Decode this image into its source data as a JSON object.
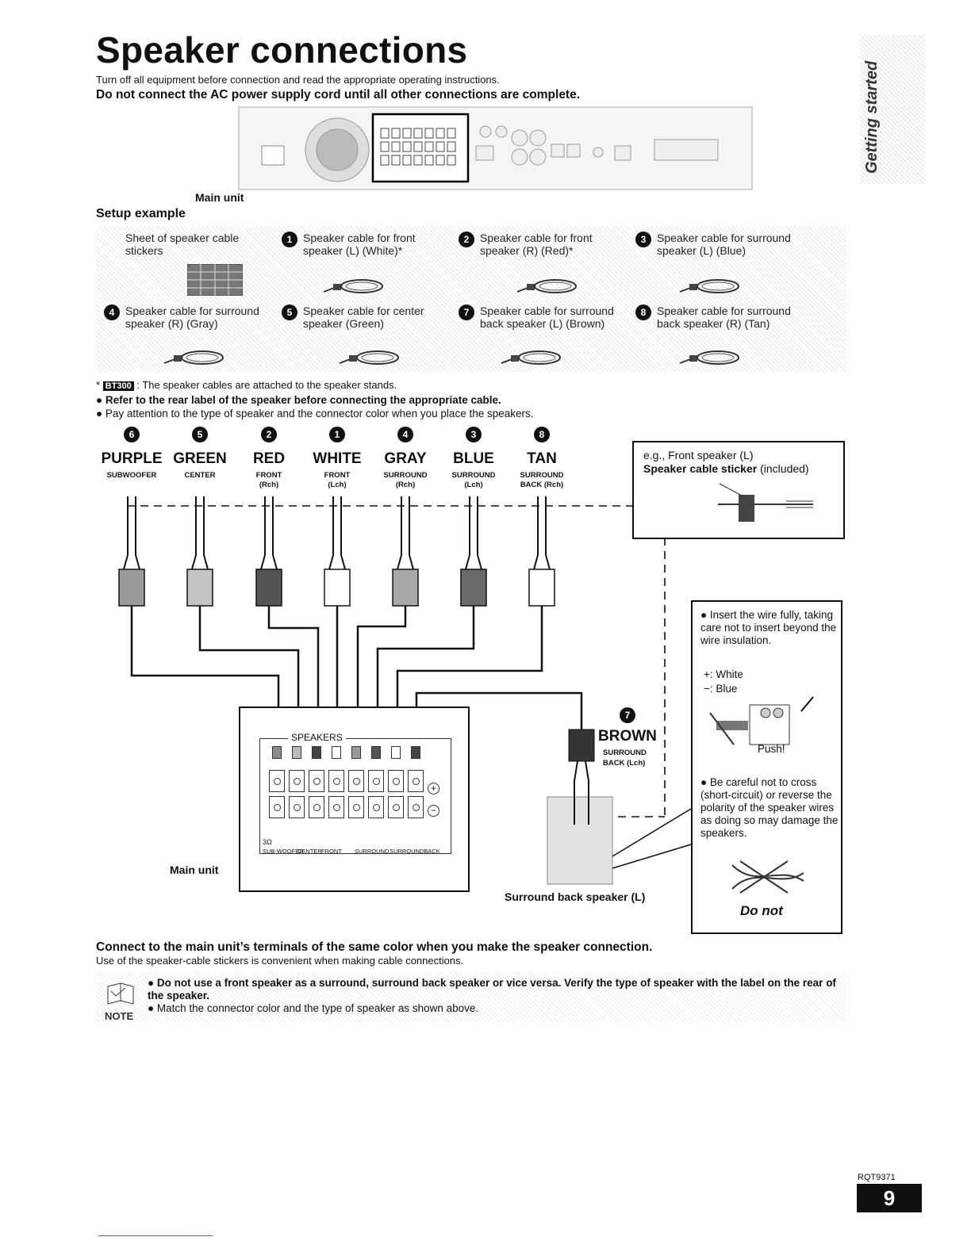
{
  "title": "Speaker connections",
  "intro": "Turn off all equipment before connection and read the appropriate operating instructions.",
  "warning": "Do not connect the AC power supply cord until all other connections are complete.",
  "side_tab": "Getting started",
  "main_unit_label": "Main unit",
  "setup_example": "Setup example",
  "sticker_sheet": "Sheet of speaker cable stickers",
  "cables": [
    {
      "num": "1",
      "text": "Speaker cable for front speaker (L) (White)*"
    },
    {
      "num": "2",
      "text": "Speaker cable for front speaker (R) (Red)*"
    },
    {
      "num": "3",
      "text": "Speaker cable for surround speaker (L) (Blue)"
    },
    {
      "num": "4",
      "text": "Speaker cable for surround speaker (R) (Gray)"
    },
    {
      "num": "5",
      "text": "Speaker cable for center speaker (Green)"
    },
    {
      "num": "7",
      "text": "Speaker cable for surround back speaker (L) (Brown)"
    },
    {
      "num": "8",
      "text": "Speaker cable for surround back speaker (R) (Tan)"
    }
  ],
  "footnote_badge": "BT300",
  "footnote": ": The speaker cables are attached to the speaker stands.",
  "bullet_refer": "Refer to the rear label of the speaker before connecting the appropriate cable.",
  "bullet_attention": "Pay attention to the type of speaker and the connector color when you place the speakers.",
  "connectors": [
    {
      "num": "6",
      "color": "PURPLE",
      "sub": "SUBWOOFER",
      "ch": "",
      "fill": "#9a9a9a"
    },
    {
      "num": "5",
      "color": "GREEN",
      "sub": "CENTER",
      "ch": "",
      "fill": "#c4c4c4"
    },
    {
      "num": "2",
      "color": "RED",
      "sub": "FRONT",
      "ch": "(Rch)",
      "fill": "#555555"
    },
    {
      "num": "1",
      "color": "WHITE",
      "sub": "FRONT",
      "ch": "(Lch)",
      "fill": "#ffffff"
    },
    {
      "num": "4",
      "color": "GRAY",
      "sub": "SURROUND",
      "ch": "(Rch)",
      "fill": "#a8a8a8"
    },
    {
      "num": "3",
      "color": "BLUE",
      "sub": "SURROUND",
      "ch": "(Lch)",
      "fill": "#6a6a6a"
    },
    {
      "num": "8",
      "color": "TAN",
      "sub": "SURROUND",
      "ch": "BACK (Rch)",
      "fill": "#ffffff"
    }
  ],
  "eg_label": "e.g., Front speaker (L)",
  "sticker_label_bold": "Speaker cable sticker",
  "sticker_label_rest": "(included)",
  "insert_note": "Insert the wire fully, taking care not to insert beyond the wire insulation.",
  "plus_white": "+: White",
  "minus_blue": "−: Blue",
  "push": "Push!",
  "polarity_note": "Be careful not to cross (short-circuit) or reverse the polarity of the speaker wires as doing so may damage the speakers.",
  "do_not": "Do not",
  "brown": {
    "num": "7",
    "color": "BROWN",
    "sub1": "SURROUND",
    "sub2": "BACK (Lch)"
  },
  "speakers_panel_title": "SPEAKERS",
  "panel_labels": {
    "ohm": "3Ω",
    "sub": "SUB-WOOFER",
    "center": "CENTER",
    "front": "FRONT",
    "surround": "SURROUND",
    "surround_back": "SURROUNDBACK"
  },
  "surround_back_label": "Surround back speaker (L)",
  "connect_heading": "Connect to the main unit’s terminals of the same color when you make the speaker connection.",
  "connect_sub": "Use of the speaker-cable stickers is convenient when making cable connections.",
  "note_label": "NOTE",
  "note_1": "Do not use a front speaker as a surround, surround back speaker or vice versa. Verify the type of speaker with the label on the rear of the speaker.",
  "note_2": "Match the connector color and the type of speaker as shown above.",
  "doc_code": "RQT9371",
  "page_number": "9"
}
